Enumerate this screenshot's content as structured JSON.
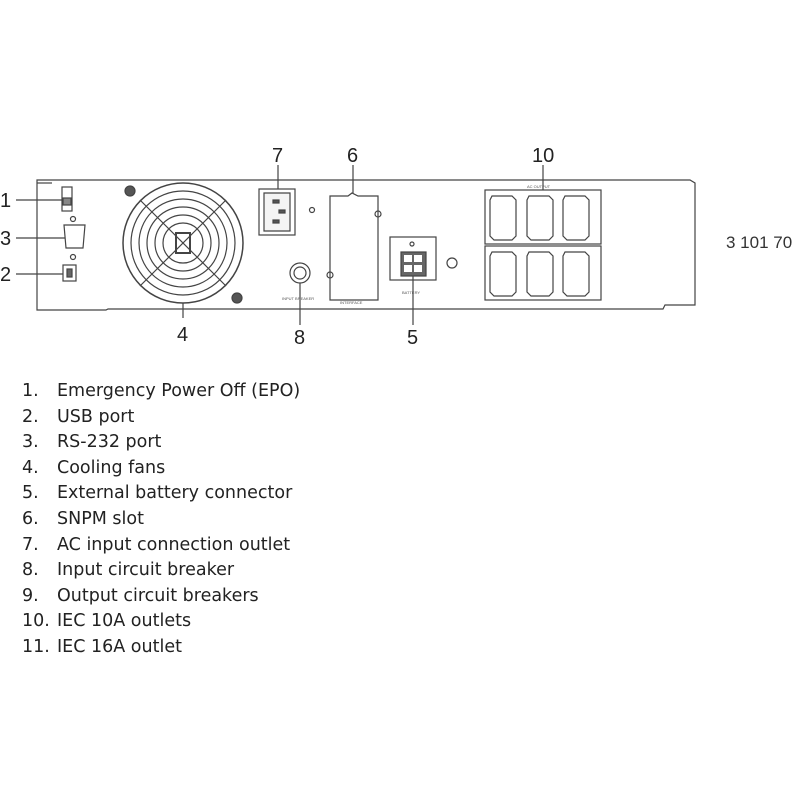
{
  "diagram": {
    "callouts": [
      "1",
      "2",
      "3",
      "4",
      "5",
      "6",
      "7",
      "8",
      "10"
    ],
    "panel_labels": {
      "input_breaker": "INPUT BREAKER",
      "interface": "INTERFACE",
      "battery": "BATTERY",
      "ac_output": "AC OUTPUT"
    },
    "reference": "3 101 70"
  },
  "legend": [
    {
      "num": "1.",
      "label": "Emergency Power Off (EPO)"
    },
    {
      "num": "2.",
      "label": "USB port"
    },
    {
      "num": "3.",
      "label": "RS-232 port"
    },
    {
      "num": "4.",
      "label": "Cooling fans"
    },
    {
      "num": "5.",
      "label": "External battery connector"
    },
    {
      "num": "6.",
      "label": "SNPM slot"
    },
    {
      "num": "7.",
      "label": "AC input connection outlet"
    },
    {
      "num": "8.",
      "label": "Input circuit breaker"
    },
    {
      "num": "9.",
      "label": "Output circuit breakers"
    },
    {
      "num": "10.",
      "label": "IEC 10A outlets"
    },
    {
      "num": "11.",
      "label": "IEC 16A outlet"
    }
  ]
}
